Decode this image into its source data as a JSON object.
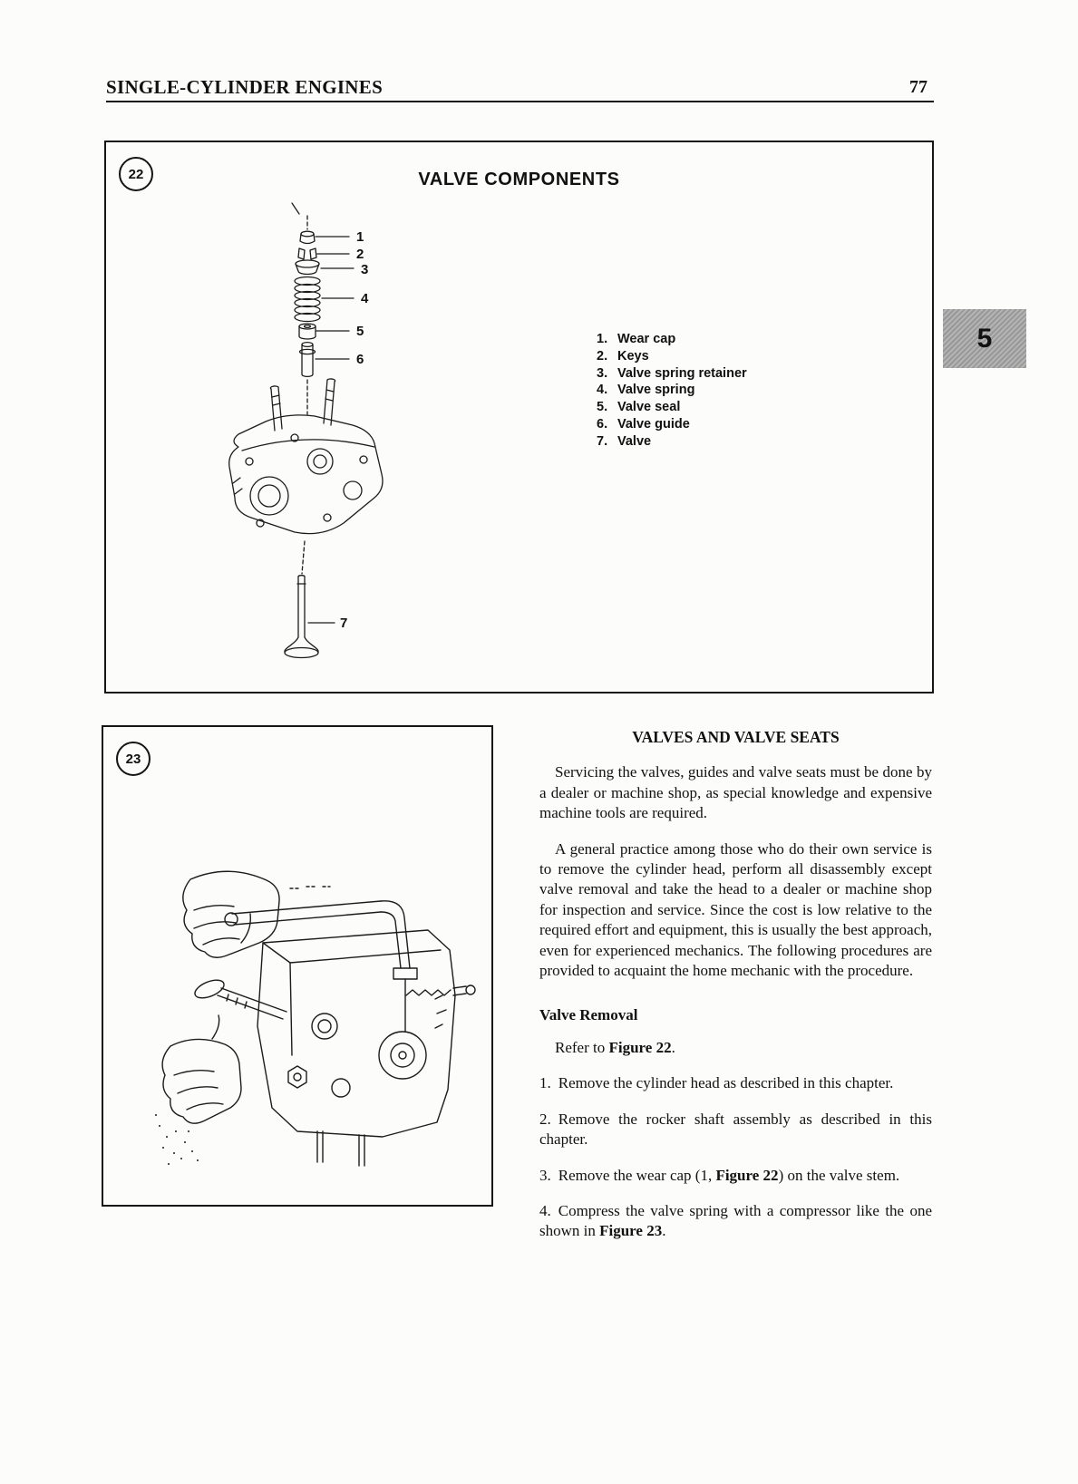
{
  "header": {
    "title": "SINGLE-CYLINDER ENGINES",
    "page_number": "77"
  },
  "chapter_tab": {
    "label": "5"
  },
  "figure22": {
    "badge": "22",
    "title": "VALVE COMPONENTS",
    "callouts": {
      "c1": "1",
      "c2": "2",
      "c3": "3",
      "c4": "4",
      "c5": "5",
      "c6": "6",
      "c7": "7"
    },
    "legend": [
      {
        "num": "1.",
        "label": "Wear cap"
      },
      {
        "num": "2.",
        "label": "Keys"
      },
      {
        "num": "3.",
        "label": "Valve spring retainer"
      },
      {
        "num": "4.",
        "label": "Valve spring"
      },
      {
        "num": "5.",
        "label": "Valve seal"
      },
      {
        "num": "6.",
        "label": "Valve guide"
      },
      {
        "num": "7.",
        "label": "Valve"
      }
    ]
  },
  "figure23": {
    "badge": "23"
  },
  "article": {
    "heading": "VALVES AND VALVE SEATS",
    "paragraphs": [
      "Servicing the valves, guides and valve seats must be done by a dealer or machine shop, as special knowledge and expensive machine tools are required.",
      "A general practice among those who do their own service is to remove the cylinder head, perform all disassembly except valve removal and take the head to a dealer or machine shop for inspection and service. Since the cost is low relative to the required effort and equipment, this is usually the best approach, even for experienced mechanics. The following procedures are provided to acquaint the home mechanic with the procedure."
    ],
    "subheading": "Valve Removal",
    "refer": {
      "pre": "Refer to ",
      "bold": "Figure 22",
      "post": "."
    },
    "steps": [
      {
        "num": "1.",
        "pre": "Remove the cylinder head as described in this chapter.",
        "bold": "",
        "post": ""
      },
      {
        "num": "2.",
        "pre": "Remove the rocker shaft assembly as described in this chapter.",
        "bold": "",
        "post": ""
      },
      {
        "num": "3.",
        "pre": "Remove the wear cap (1, ",
        "bold": "Figure 22",
        "post": ") on the valve stem."
      },
      {
        "num": "4.",
        "pre": "Compress the valve spring with a compressor like the one shown in ",
        "bold": "Figure 23",
        "post": "."
      }
    ]
  }
}
